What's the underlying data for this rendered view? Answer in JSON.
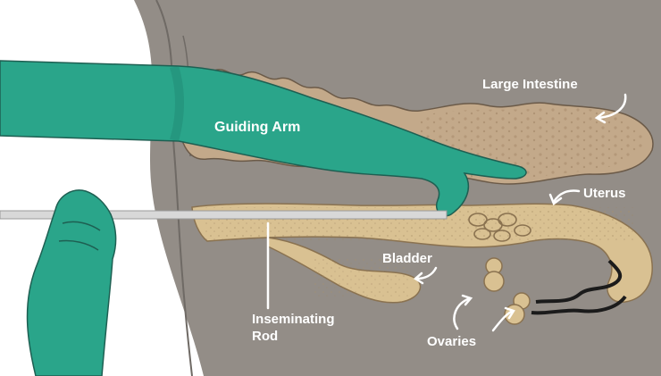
{
  "diagram": {
    "labels": {
      "guiding_arm": "Guiding Arm",
      "large_intestine": "Large Intestine",
      "uterus": "Uterus",
      "bladder": "Bladder",
      "inseminating_rod_line1": "Inseminating",
      "inseminating_rod_line2": "Rod",
      "ovaries": "Ovaries"
    },
    "colors": {
      "background": "#938d87",
      "glove": "#2aa58a",
      "glove_dark": "#1e7f6a",
      "reproductive_tract": "#d9c192",
      "intestine": "#c3a98a",
      "rod": "#d8d8d8",
      "label_text": "#ffffff"
    }
  }
}
